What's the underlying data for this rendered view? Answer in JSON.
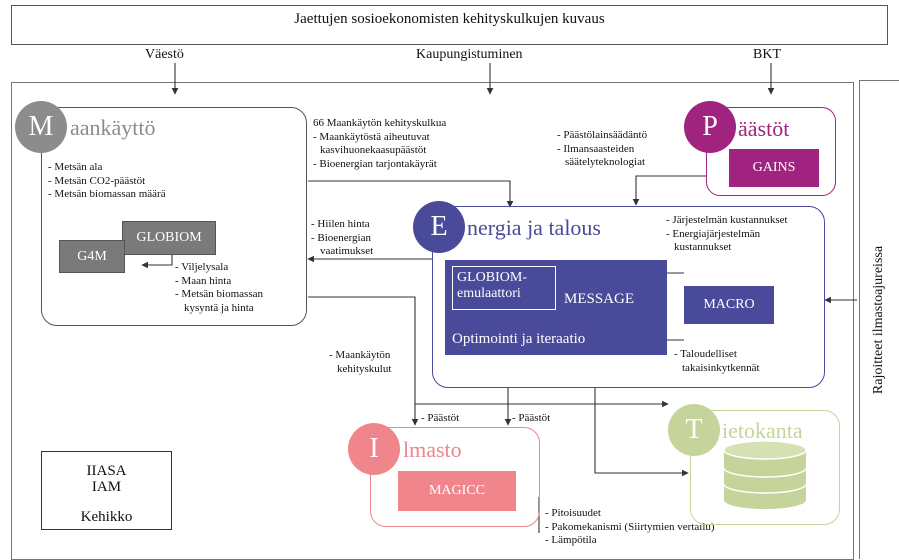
{
  "colors": {
    "border": "#555555",
    "maankaytto": "#8c8c8c",
    "globiom_box": "#7a7a7a",
    "paastot": "#a0237f",
    "energia": "#4a4a9a",
    "ilmasto": "#f0858c",
    "tietokanta": "#c5d49a"
  },
  "header": {
    "title": "Jaettujen sosioekonomisten kehityskulkujen kuvaus",
    "drivers": [
      "Väestö",
      "Kaupungistuminen",
      "BKT"
    ]
  },
  "side_label": "Rajoitteet ilmastoajureissa",
  "maankaytto": {
    "letter": "M",
    "title": "aankäyttö",
    "outputs": [
      "- Metsän ala",
      "- Metsän CO2-päästöt",
      "- Metsän biomassan määrä"
    ],
    "globiom": "GLOBIOM",
    "g4m": "G4M",
    "inputs": [
      "- Viljelysala",
      "- Maan hinta",
      "- Metsän biomassan",
      "kysyntä ja hinta"
    ]
  },
  "flows": {
    "maankaytto_to_energia": [
      "66 Maankäytön kehityskulkua",
      "- Maankäytöstä aiheutuvat",
      "kasvihuonekaasupäästöt",
      "- Bioenergian tarjontakäyrät"
    ],
    "energia_to_maankaytto": [
      "- Hiilen hinta",
      "- Bioenergian",
      "vaatimukset"
    ],
    "paastot_to_energia": [
      "- Päästölainsäädäntö",
      "- Ilmansaasteiden",
      "säätelyteknologiat"
    ],
    "energia_outputs": [
      "- Järjestelmän kustannukset",
      "- Energiajärjestelmän",
      "kustannukset"
    ],
    "maankaytto_costs": [
      "- Maankäytön",
      "kehityskulut"
    ],
    "paastot_a": "- Päästöt",
    "paastot_b": "- Päästöt",
    "feedback": [
      "- Taloudelliset",
      "takaisinkytkennät"
    ],
    "ilmasto_outputs": [
      "- Pitoisuudet",
      "- Pakomekanismi (Siirtymien vertailu)",
      "- Lämpötila"
    ]
  },
  "paastot": {
    "letter": "P",
    "title": "äästöt",
    "model": "GAINS"
  },
  "energia": {
    "letter": "E",
    "title": "nergia ja talous",
    "emulator": [
      "GLOBIOM-",
      "emulaattori"
    ],
    "message": "MESSAGE",
    "macro": "MACRO",
    "optim": "Optimointi ja iteraatio"
  },
  "ilmasto": {
    "letter": "I",
    "title": "lmasto",
    "model": "MAGICC"
  },
  "tietokanta": {
    "letter": "T",
    "title": "ietokanta"
  },
  "iiasa": [
    "IIASA",
    "IAM",
    "Kehikko"
  ]
}
